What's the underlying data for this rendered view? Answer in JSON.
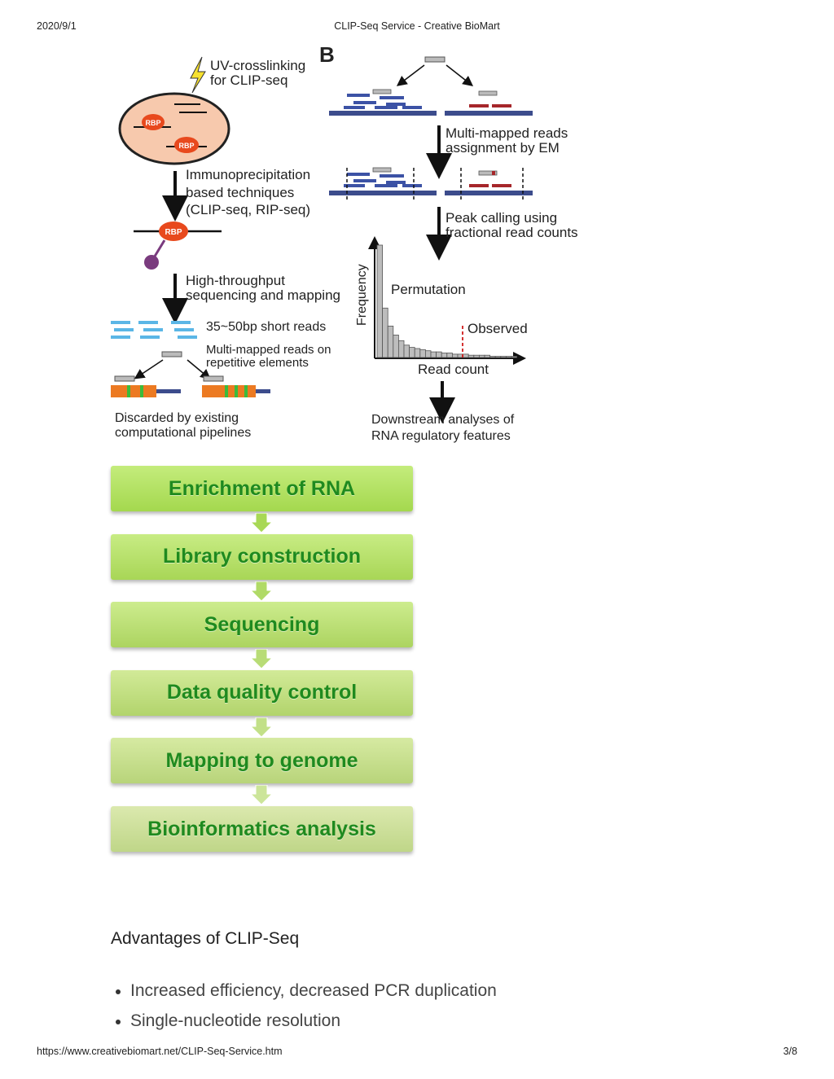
{
  "header": {
    "date": "2020/9/1",
    "title": "CLIP-Seq Service - Creative BioMart"
  },
  "footer": {
    "url": "https://www.creativebiomart.net/CLIP-Seq-Service.htm",
    "page": "3/8"
  },
  "figure": {
    "panel_b_label": "B",
    "uv_line1": "UV-crosslinking",
    "uv_line2": "for CLIP-seq",
    "rbp": "RBP",
    "ip_line1": "Immunoprecipitation",
    "ip_line2": "based techniques",
    "ip_line3": "(CLIP-seq, RIP-seq)",
    "ht_line1": "High-throughput",
    "ht_line2": "sequencing and mapping",
    "short_reads": "35~50bp short reads",
    "multi_line1": "Multi-mapped reads on",
    "multi_line2": "repetitive elements",
    "disc_line1": "Discarded by existing",
    "disc_line2": "computational pipelines",
    "em_line1": "Multi-mapped reads",
    "em_line2": "assignment by EM",
    "peak_line1": "Peak calling using",
    "peak_line2": "fractional read counts",
    "ylabel": "Frequency",
    "xlabel": "Read count",
    "permutation": "Permutation",
    "observed": "Observed",
    "down_line1": "Downstream analyses of",
    "down_line2": "RNA regulatory features"
  },
  "flow": {
    "steps": [
      "Enrichment of RNA",
      "Library construction",
      "Sequencing",
      "Data quality control",
      "Mapping to genome",
      "Bioinformatics analysis"
    ]
  },
  "advantages": {
    "heading": "Advantages of CLIP-Seq",
    "items": [
      "Increased efficiency, decreased PCR duplication",
      "Single-nucleotide resolution"
    ]
  },
  "chart_data": {
    "type": "bar",
    "xlabel": "Read count",
    "ylabel": "Frequency",
    "series": [
      {
        "name": "Permutation",
        "values": [
          100,
          44,
          28,
          20,
          15,
          11,
          9,
          8,
          7,
          6,
          5,
          5,
          4,
          4,
          3,
          3,
          3,
          2,
          2,
          2,
          2,
          1,
          1,
          1,
          1,
          1
        ]
      }
    ],
    "annotations": [
      "Observed"
    ]
  }
}
